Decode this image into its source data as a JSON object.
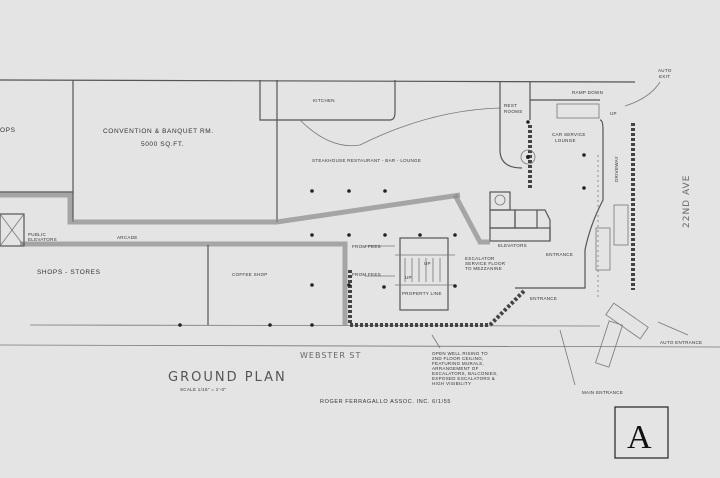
{
  "title": "GROUND PLAN",
  "scale": "SCALE 1/16\" = 1'-0\"",
  "credit": "ROGER FERRAGALLO ASSOC. INC.  6/1/55",
  "sheet_letter": "A",
  "rooms": {
    "shops_left": "OPS",
    "convention": "CONVENTION & BANQUET RM.",
    "convention_area": "5000 SQ.FT.",
    "kitchen": "KITCHEN",
    "steakhouse": "STEAKHOUSE RESTAURANT - BAR - LOUNGE",
    "rest_rooms_1": "REST",
    "rest_rooms_2": "ROOMS",
    "car_service_1": "CAR SERVICE",
    "car_service_2": "LOUNGE",
    "elevators": "ELEVATORS",
    "arcade": "ARCADE",
    "shops_stores": "SHOPS  -  STORES",
    "coffee_shop": "COFFEE SHOP",
    "public_elevators_1": "PUBLIC",
    "public_elevators_2": "ELEVATORS",
    "escalator_note_1": "ESCALATOR",
    "escalator_note_2": "SERVICE FLOOR",
    "escalator_note_3": "TO MEZZANINE",
    "from_fees_1": "FROM FEES",
    "from_fees_2": "FROM FEES",
    "up": "UP",
    "up2": "UP",
    "property_line": "PROPERTY LINE"
  },
  "circulation": {
    "ramp_down": "RAMP DOWN",
    "ramp_up": "UP",
    "driveway": "DRIVEWAY",
    "entrance_1": "ENTRANCE",
    "entrance_2": "ENTRANCE",
    "auto_exit_1": "AUTO",
    "auto_exit_2": "EXIT",
    "auto_entrance": "AUTO ENTRANCE",
    "main_entrance": "MAIN ENTRANCE"
  },
  "streets": {
    "webster": "WEBSTER ST",
    "avenue": "22ND AVE"
  },
  "note": [
    "OPEN WELL RISING TO",
    "2ND FLOOR CEILING,",
    "FEATURING MURALS,",
    "ARRANGEMENT OF",
    "ESCALATORS, BALCONIES,",
    "EXPOSED ESCALATORS &",
    "HIGH VISIBILITY"
  ]
}
